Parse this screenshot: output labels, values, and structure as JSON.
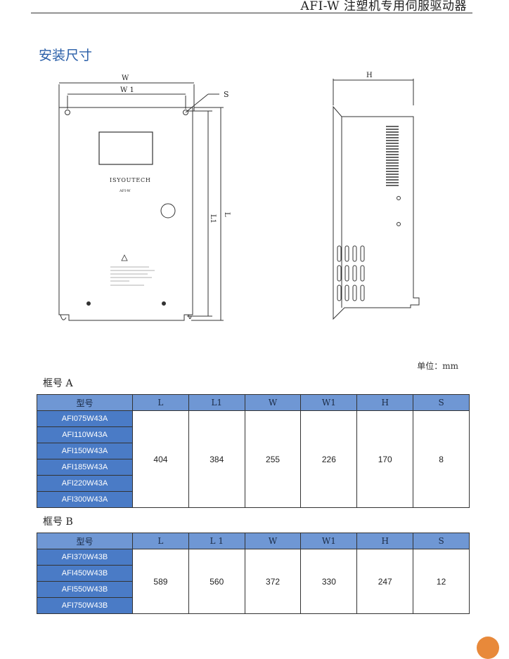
{
  "header": {
    "title": "AFI-W 注塑机专用伺服驱动器"
  },
  "section": {
    "title": "安装尺寸"
  },
  "drawing": {
    "front": {
      "dim_w": "W",
      "dim_w1": "W 1",
      "dim_s": "S",
      "dim_l1": "L1",
      "dim_l": "L",
      "brand": "ISYOUTECH",
      "model": "AFI-W"
    },
    "side": {
      "dim_h": "H"
    }
  },
  "unit_note": "单位：mm",
  "frame_a": {
    "label": "框号 A",
    "headers": [
      "型号",
      "L",
      "L1",
      "W",
      "W1",
      "H",
      "S"
    ],
    "models": [
      "AFI075W43A",
      "AFI110W43A",
      "AFI150W43A",
      "AFI185W43A",
      "AFI220W43A",
      "AFI300W43A"
    ],
    "values": [
      "404",
      "384",
      "255",
      "226",
      "170",
      "8"
    ]
  },
  "frame_b": {
    "label": "框号 B",
    "headers": [
      "型号",
      "L",
      "L 1",
      "W",
      "W1",
      "H",
      "S"
    ],
    "models": [
      "AFI370W43B",
      "AFI450W43B",
      "AFI550W43B",
      "AFI750W43B"
    ],
    "values": [
      "589",
      "560",
      "372",
      "330",
      "247",
      "12"
    ]
  },
  "colors": {
    "header_fill": "#6f97d4",
    "model_fill": "#4a7bc6",
    "title_blue": "#2a5fa8"
  }
}
